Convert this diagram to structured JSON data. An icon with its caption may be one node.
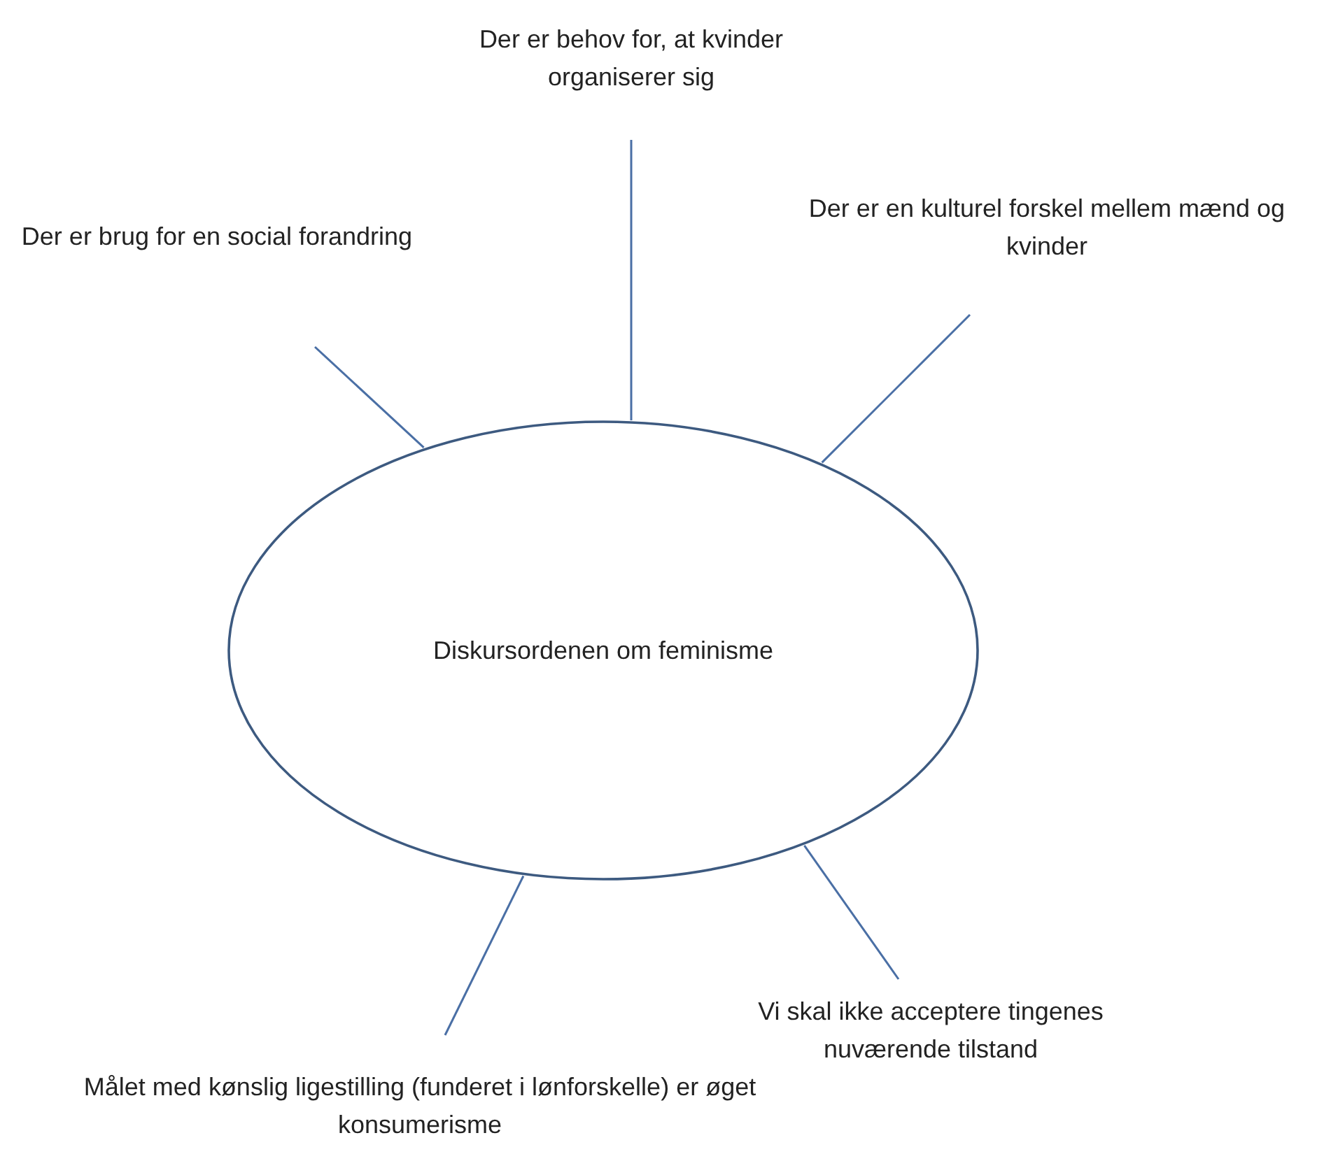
{
  "diagram": {
    "nodes": [
      {
        "text": [
          "Der er behov for, at kvinder organiserer sig"
        ]
      },
      {
        "text": [
          "Der er en kulturel forskel mellem mænd og kvinder"
        ]
      },
      {
        "text": [
          "Der er brug for en social forandring"
        ]
      },
      {
        "text": [
          "Diskursordenen om feminisme"
        ]
      },
      {
        "text": [
          "Vi skal ikke acceptere tingenes nuværende tilstand"
        ]
      },
      {
        "text": [
          "Målet med kønslig ligestilling (funderet i lønforskelle) er øget konsumerisme"
        ]
      }
    ],
    "edges": [
      {
        "from": 0,
        "to": 3,
        "arrow": "none"
      },
      {
        "from": 1,
        "to": 3,
        "arrow": "none"
      },
      {
        "from": 2,
        "to": 3,
        "arrow": "none"
      },
      {
        "from": 4,
        "to": 3,
        "arrow": "none"
      },
      {
        "from": 5,
        "to": 3,
        "arrow": "none"
      }
    ]
  }
}
